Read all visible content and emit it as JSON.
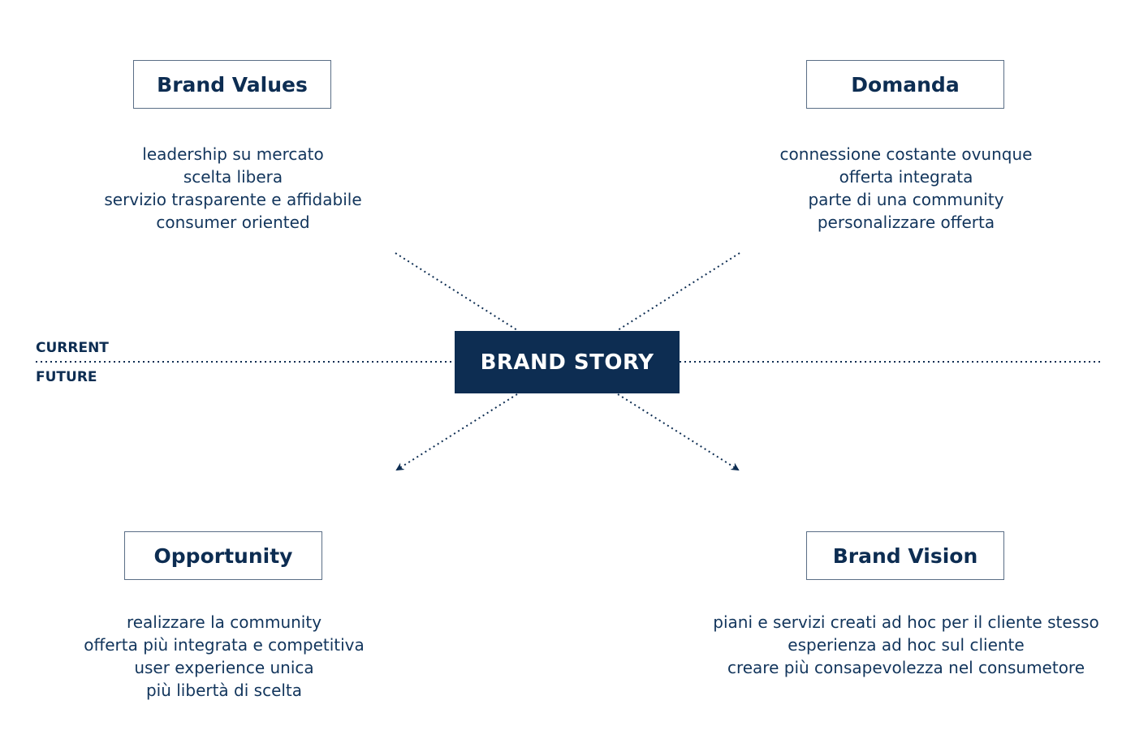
{
  "center": {
    "label": "BRAND STORY"
  },
  "timeline": {
    "current_label": "CURRENT",
    "future_label": "FUTURE"
  },
  "quadrants": {
    "brand_values": {
      "title": "Brand Values",
      "items": [
        "leadership su mercato",
        "scelta libera",
        "servizio trasparente e affidabile",
        "consumer oriented"
      ]
    },
    "domanda": {
      "title": "Domanda",
      "items": [
        "connessione costante ovunque",
        "offerta integrata",
        "parte di una community",
        "personalizzare offerta"
      ]
    },
    "opportunity": {
      "title": "Opportunity",
      "items": [
        "realizzare la community",
        "offerta più integrata e competitiva",
        "user experience unica",
        "più libertà di scelta"
      ]
    },
    "brand_vision": {
      "title": "Brand Vision",
      "items": [
        "piani e servizi creati ad hoc per il cliente stesso",
        "esperienza ad hoc sul cliente",
        "creare più consapevolezza nel consumetore"
      ]
    }
  },
  "colors": {
    "navy": "#0d2d52",
    "box_border": "#5a6e86",
    "text": "#12355c",
    "background": "#ffffff"
  }
}
